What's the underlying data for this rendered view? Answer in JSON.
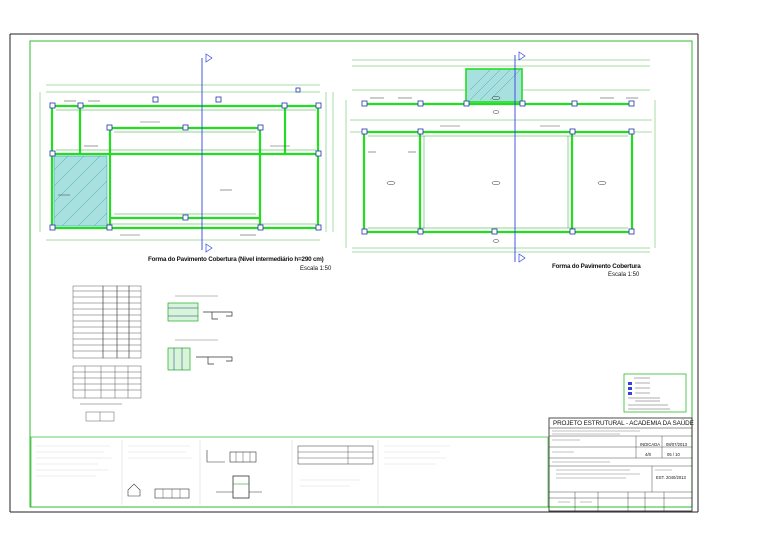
{
  "drawing": {
    "plan_left": {
      "title": "Forma do Pavimento Cobertura (Nivel intermediário h=290 cm)",
      "scale": "Escala 1:50"
    },
    "plan_right": {
      "title": "Forma do Pavimento Cobertura",
      "scale": "Escala 1:50"
    },
    "title_block": {
      "project": "PROJETO ESTRUTURAL - ACADEMIA DA SAÚDE",
      "scale_value": "INDICADA",
      "date_value": "08/07/2013",
      "sheet_value": "4/8",
      "sheet_total": "05 / 10",
      "drawing_code": "EST. 2040/2013"
    },
    "colors": {
      "structure_green": "#22dd22",
      "frame_green": "#2dbb2d",
      "axis_blue": "#3344dd",
      "line_black": "#111111"
    }
  }
}
